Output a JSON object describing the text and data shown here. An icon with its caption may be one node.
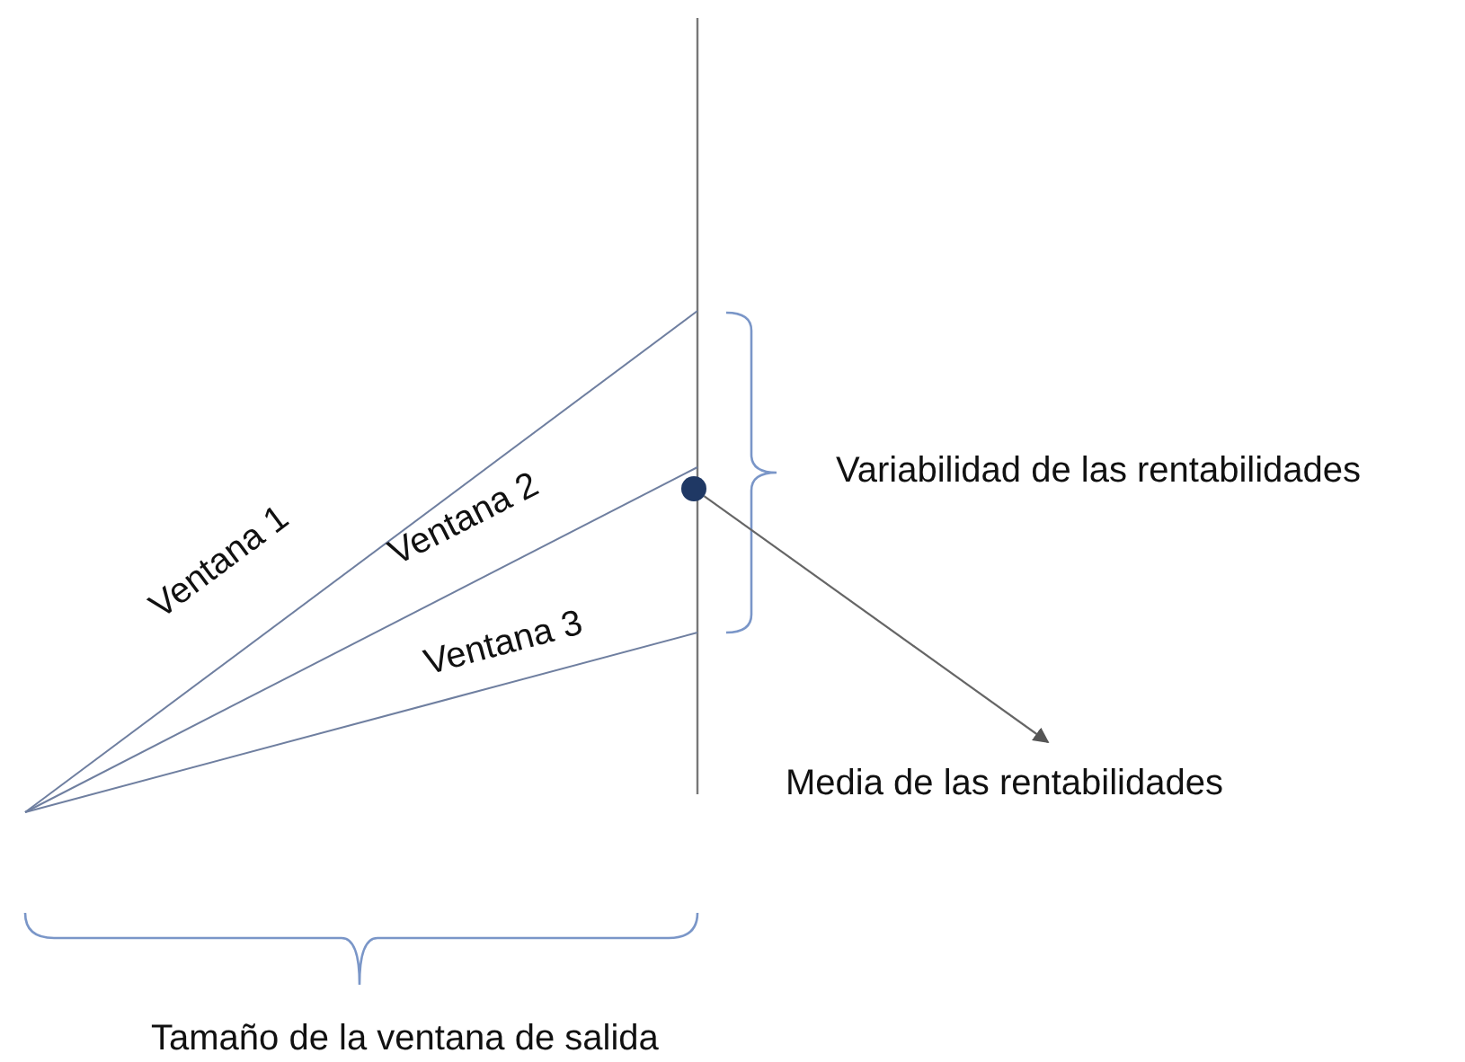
{
  "diagram": {
    "nodes": [
      {
        "text": [],
        "shape": "circle"
      },
      {
        "text": [
          "Media de las rentabilidades"
        ]
      }
    ],
    "edges": [
      {
        "from": 0,
        "to": 1,
        "arrow": "to"
      }
    ],
    "labels": [
      "Ventana 1",
      "Ventana 2",
      "Ventana 3",
      "Variabilidad de las rentabilidades",
      "Tamaño de la ventana de salida"
    ]
  }
}
